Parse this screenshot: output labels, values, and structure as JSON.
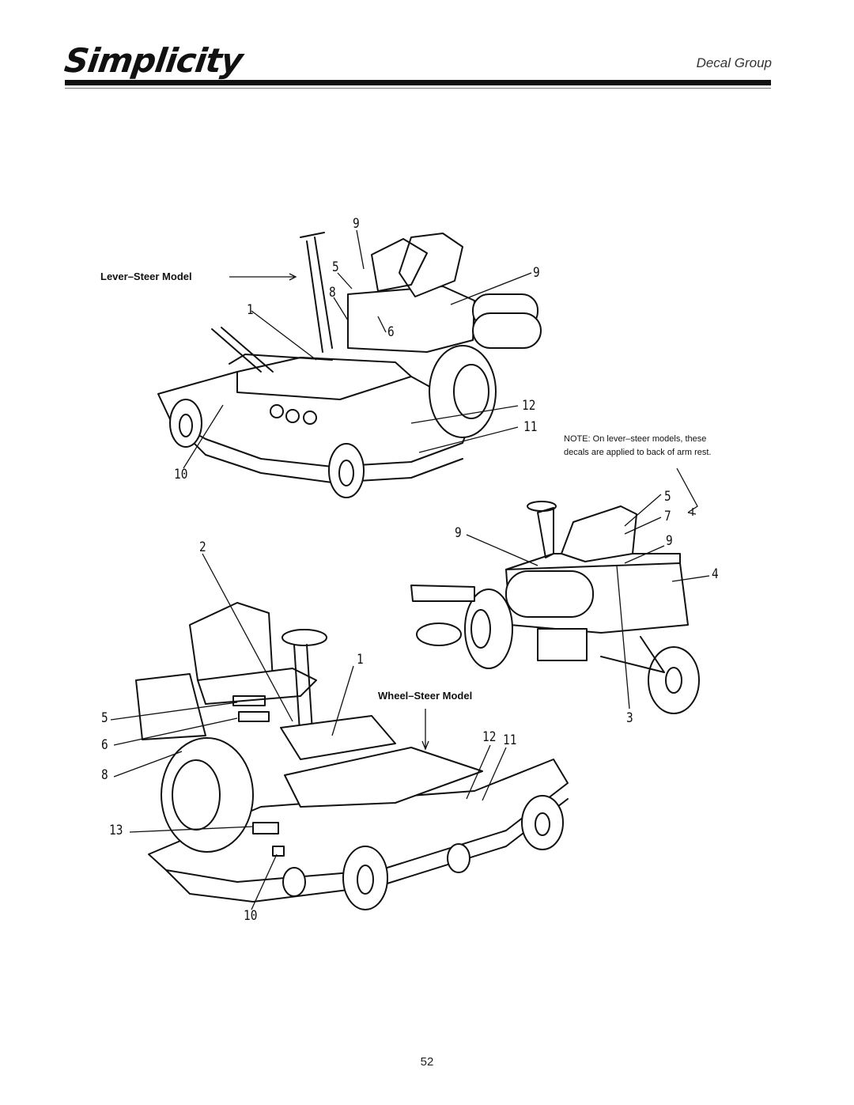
{
  "header": {
    "brand": "Simplicity",
    "section": "Decal Group"
  },
  "figure": {
    "lever_caption": "Lever–Steer Model",
    "wheel_caption": "Wheel–Steer Model",
    "note": "NOTE: On lever–steer models, these decals are applied to back of arm rest.",
    "lever_callouts": {
      "c9a": "9",
      "c5": "5",
      "c8": "8",
      "c1": "1",
      "c6": "6",
      "c9b": "9",
      "c12": "12",
      "c11": "11",
      "c10": "10"
    },
    "rear_callouts": {
      "c5": "5",
      "c7": "7",
      "c9a": "9",
      "c9b": "9",
      "c4": "4",
      "c3": "3"
    },
    "wheel_callouts": {
      "c2": "2",
      "c1": "1",
      "c5": "5",
      "c6": "6",
      "c8": "8",
      "c13": "13",
      "c12": "12",
      "c11": "11",
      "c10": "10"
    }
  },
  "footer": {
    "page_number": "52"
  }
}
